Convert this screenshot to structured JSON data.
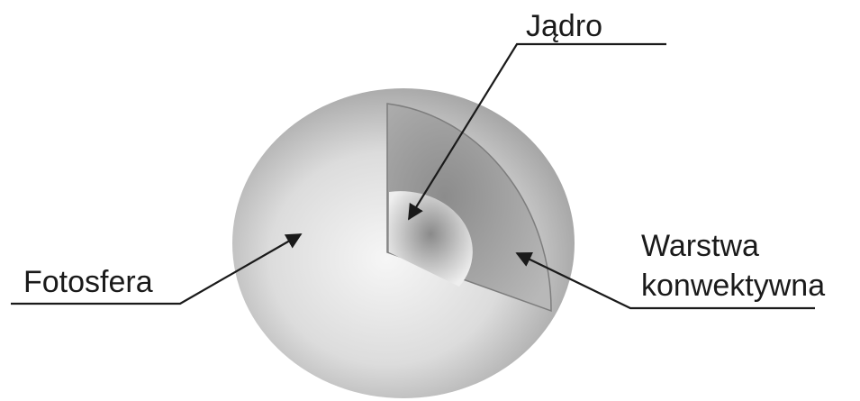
{
  "diagram": {
    "labels": {
      "core": "Jądro",
      "photosphere": "Fotosfera",
      "convective_line1": "Warstwa",
      "convective_line2": "konwektywna"
    },
    "colors": {
      "sphere_center": "#f6f6f6",
      "sphere_edge": "#9a9a9a",
      "convective_light": "#b4b4b4",
      "convective_dark": "#8c8c8c",
      "core_light": "#eeeeee",
      "core_dark": "#8a8a8a",
      "line": "#1a1a1a"
    }
  }
}
